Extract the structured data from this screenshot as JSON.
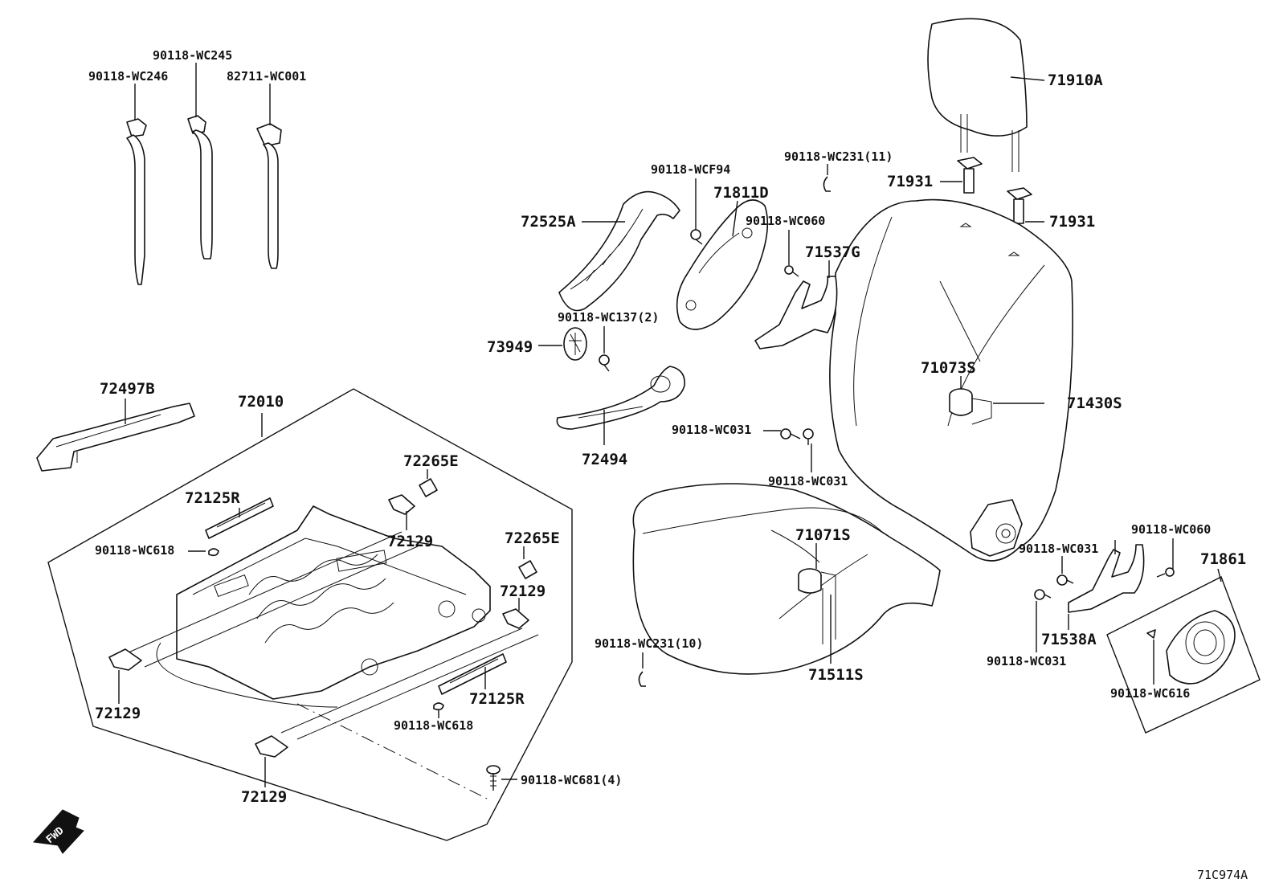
{
  "diagram": {
    "labels": {
      "p90118_WC246": "90118-WC246",
      "p90118_WC245": "90118-WC245",
      "p82711_WC001": "82711-WC001",
      "p71910A": "71910A",
      "p90118_WC231_11": "90118-WC231(11)",
      "p71931_a": "71931",
      "p71931_b": "71931",
      "p90118_WCF94": "90118-WCF94",
      "p71811D": "71811D",
      "p72525A": "72525A",
      "p90118_WC060_a": "90118-WC060",
      "p71537G": "71537G",
      "p90118_WC137_2": "90118-WC137(2)",
      "p73949": "73949",
      "p71073S": "71073S",
      "p71430S": "71430S",
      "p72497B": "72497B",
      "p72010": "72010",
      "p72494": "72494",
      "p90118_WC031_a": "90118-WC031",
      "p90118_WC031_b": "90118-WC031",
      "p72265E_a": "72265E",
      "p72125R_a": "72125R",
      "p72129_a": "72129",
      "p90118_WC618_a": "90118-WC618",
      "p72265E_b": "72265E",
      "p72129_b": "72129",
      "p71071S": "71071S",
      "p90118_WC060_b": "90118-WC060",
      "p90118_WC031_c": "90118-WC031",
      "p71861": "71861",
      "p71538A": "71538A",
      "p90118_WC031_d": "90118-WC031",
      "p90118_WC231_10": "90118-WC231(10)",
      "p71511S": "71511S",
      "p72129_c": "72129",
      "p72125R_b": "72125R",
      "p90118_WC618_b": "90118-WC618",
      "p90118_WC616": "90118-WC616",
      "p90118_WC681_4": "90118-WC681(4)",
      "p72129_d": "72129",
      "fwd": "FWD",
      "drawing_code": "71C974A"
    }
  }
}
